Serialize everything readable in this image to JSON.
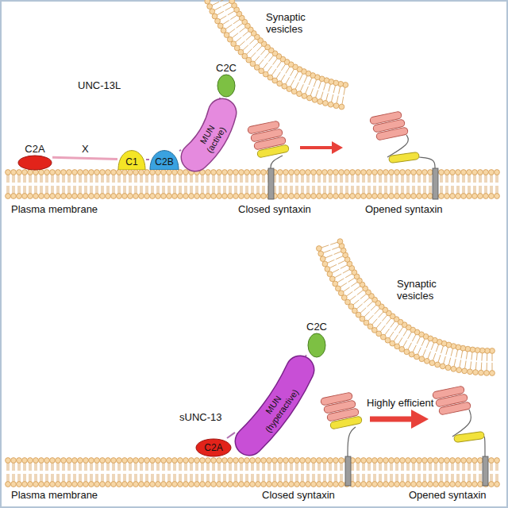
{
  "diagram": {
    "nodes": [
      {
        "text": [
          "C2A"
        ]
      },
      {
        "text": [
          "C1"
        ]
      },
      {
        "text": [
          "C2B"
        ]
      },
      {
        "text": [
          "MUN (active)"
        ]
      },
      {
        "text": [
          "C2C"
        ]
      },
      {
        "text": [
          "C2A"
        ]
      },
      {
        "text": [
          "MUN (hyperactive)"
        ]
      },
      {
        "text": [
          "C2C"
        ]
      }
    ],
    "edges": [
      {
        "from": 0,
        "to": 1,
        "arrow": "none",
        "label": "X"
      },
      {
        "from": 1,
        "to": 2,
        "arrow": "none"
      },
      {
        "from": 2,
        "to": 3,
        "arrow": "none"
      },
      {
        "from": 3,
        "to": 4,
        "arrow": "none"
      },
      {
        "from": 5,
        "to": 6,
        "arrow": "none"
      },
      {
        "from": 6,
        "to": 7,
        "arrow": "none"
      }
    ],
    "labels": [
      "Synaptic vesicles",
      "UNC-13L",
      "Plasma membrane",
      "Closed syntaxin",
      "Opened syntaxin",
      "Synaptic vesicles",
      "sUNC-13",
      "Highly efficient",
      "Plasma membrane",
      "Closed syntaxin",
      "Opened syntaxin"
    ]
  }
}
